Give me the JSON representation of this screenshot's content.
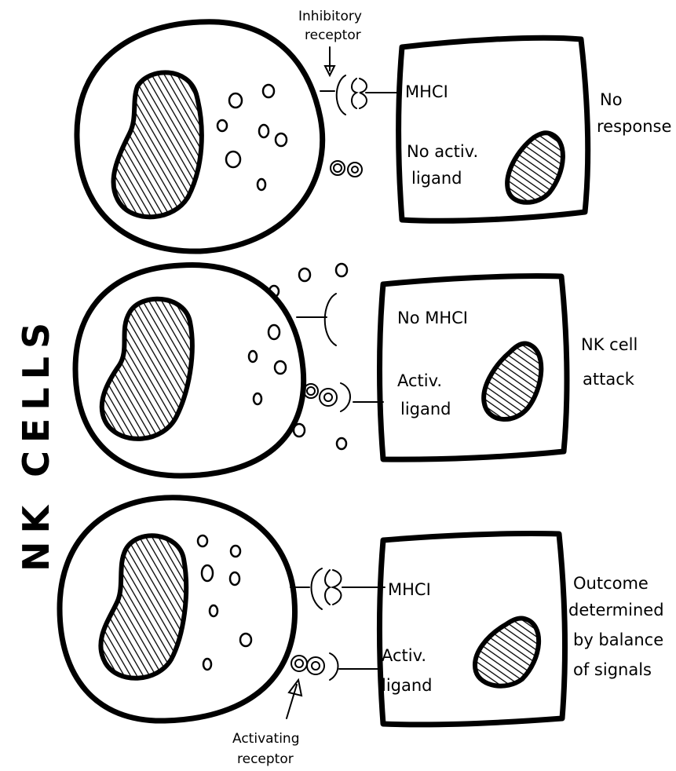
{
  "title": "NK CELLS",
  "panels": [
    {
      "nk_labels": [
        "Inhibitory",
        "receptor"
      ],
      "target_labels": [
        "MHCI",
        "No activ.",
        "ligand"
      ],
      "outcome": [
        "No",
        "response"
      ]
    },
    {
      "target_labels": [
        "No MHCI",
        "Activ.",
        "ligand"
      ],
      "outcome": [
        "NK cell",
        "attack"
      ]
    },
    {
      "target_labels": [
        "MHCI",
        "Activ.",
        "ligand"
      ],
      "outcome": [
        "Outcome",
        "determined",
        "by balance",
        "of signals"
      ],
      "nk_labels": [
        "Activating",
        "receptor"
      ]
    }
  ]
}
